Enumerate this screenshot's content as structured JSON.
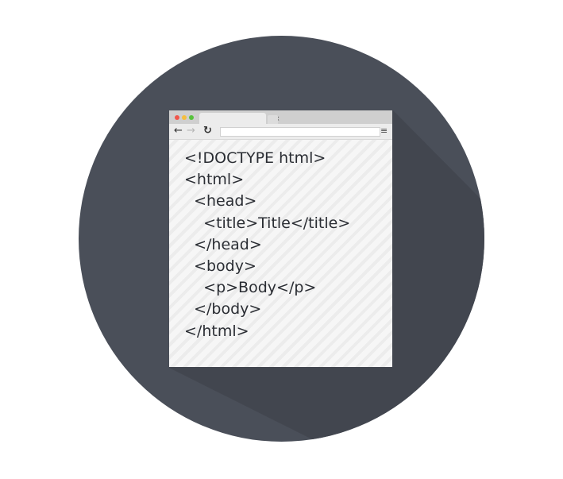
{
  "colors": {
    "circle": "#4a4f59",
    "long_shadow": "#42464f",
    "window_bg": "#f5f5f5",
    "code_text": "#2a2d33",
    "close_dot": "#f0564b",
    "minimize_dot": "#f5be3f",
    "maximize_dot": "#57c23d"
  },
  "browser": {
    "tab_close_glyph": "×",
    "back_glyph": "←",
    "forward_glyph": "→",
    "reload_glyph": "↻",
    "menu_glyph": "≡"
  },
  "code_lines": [
    "<!DOCTYPE html>",
    "<html>",
    "  <head>",
    "    <title>Title</title>",
    "  </head>",
    "  <body>",
    "    <p>Body</p>",
    "  </body>",
    "</html>"
  ]
}
